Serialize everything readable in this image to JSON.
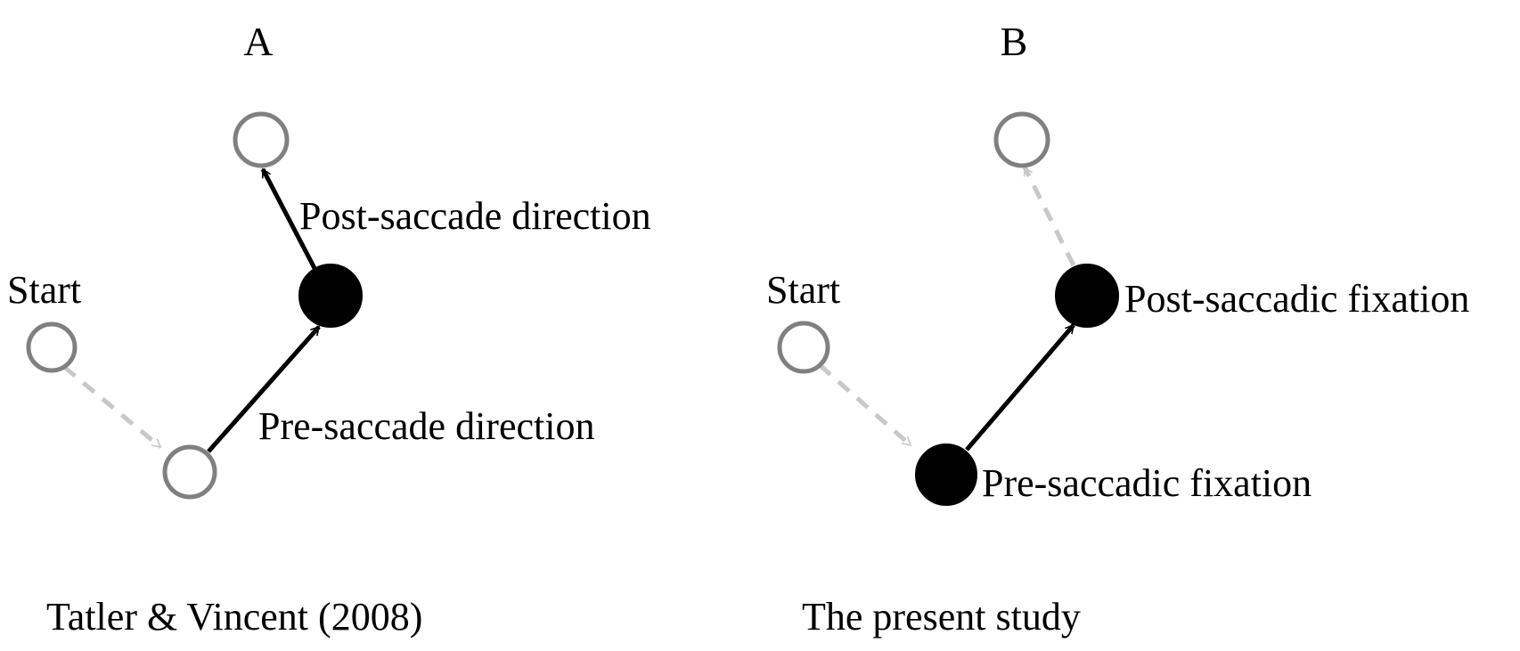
{
  "colors": {
    "active": "#000000",
    "inactive_stroke": "#808080",
    "inactive_arrow": "#c8c8c8",
    "background": "#ffffff"
  },
  "panel_a": {
    "letter": "A",
    "start_label": "Start",
    "post_label": "Post-saccade direction",
    "pre_label": "Pre-saccade direction",
    "caption": "Tatler & Vincent (2008)"
  },
  "panel_b": {
    "letter": "B",
    "start_label": "Start",
    "post_label": "Post-saccadic fixation",
    "pre_label": "Pre-saccadic fixation",
    "caption": "The present study"
  }
}
